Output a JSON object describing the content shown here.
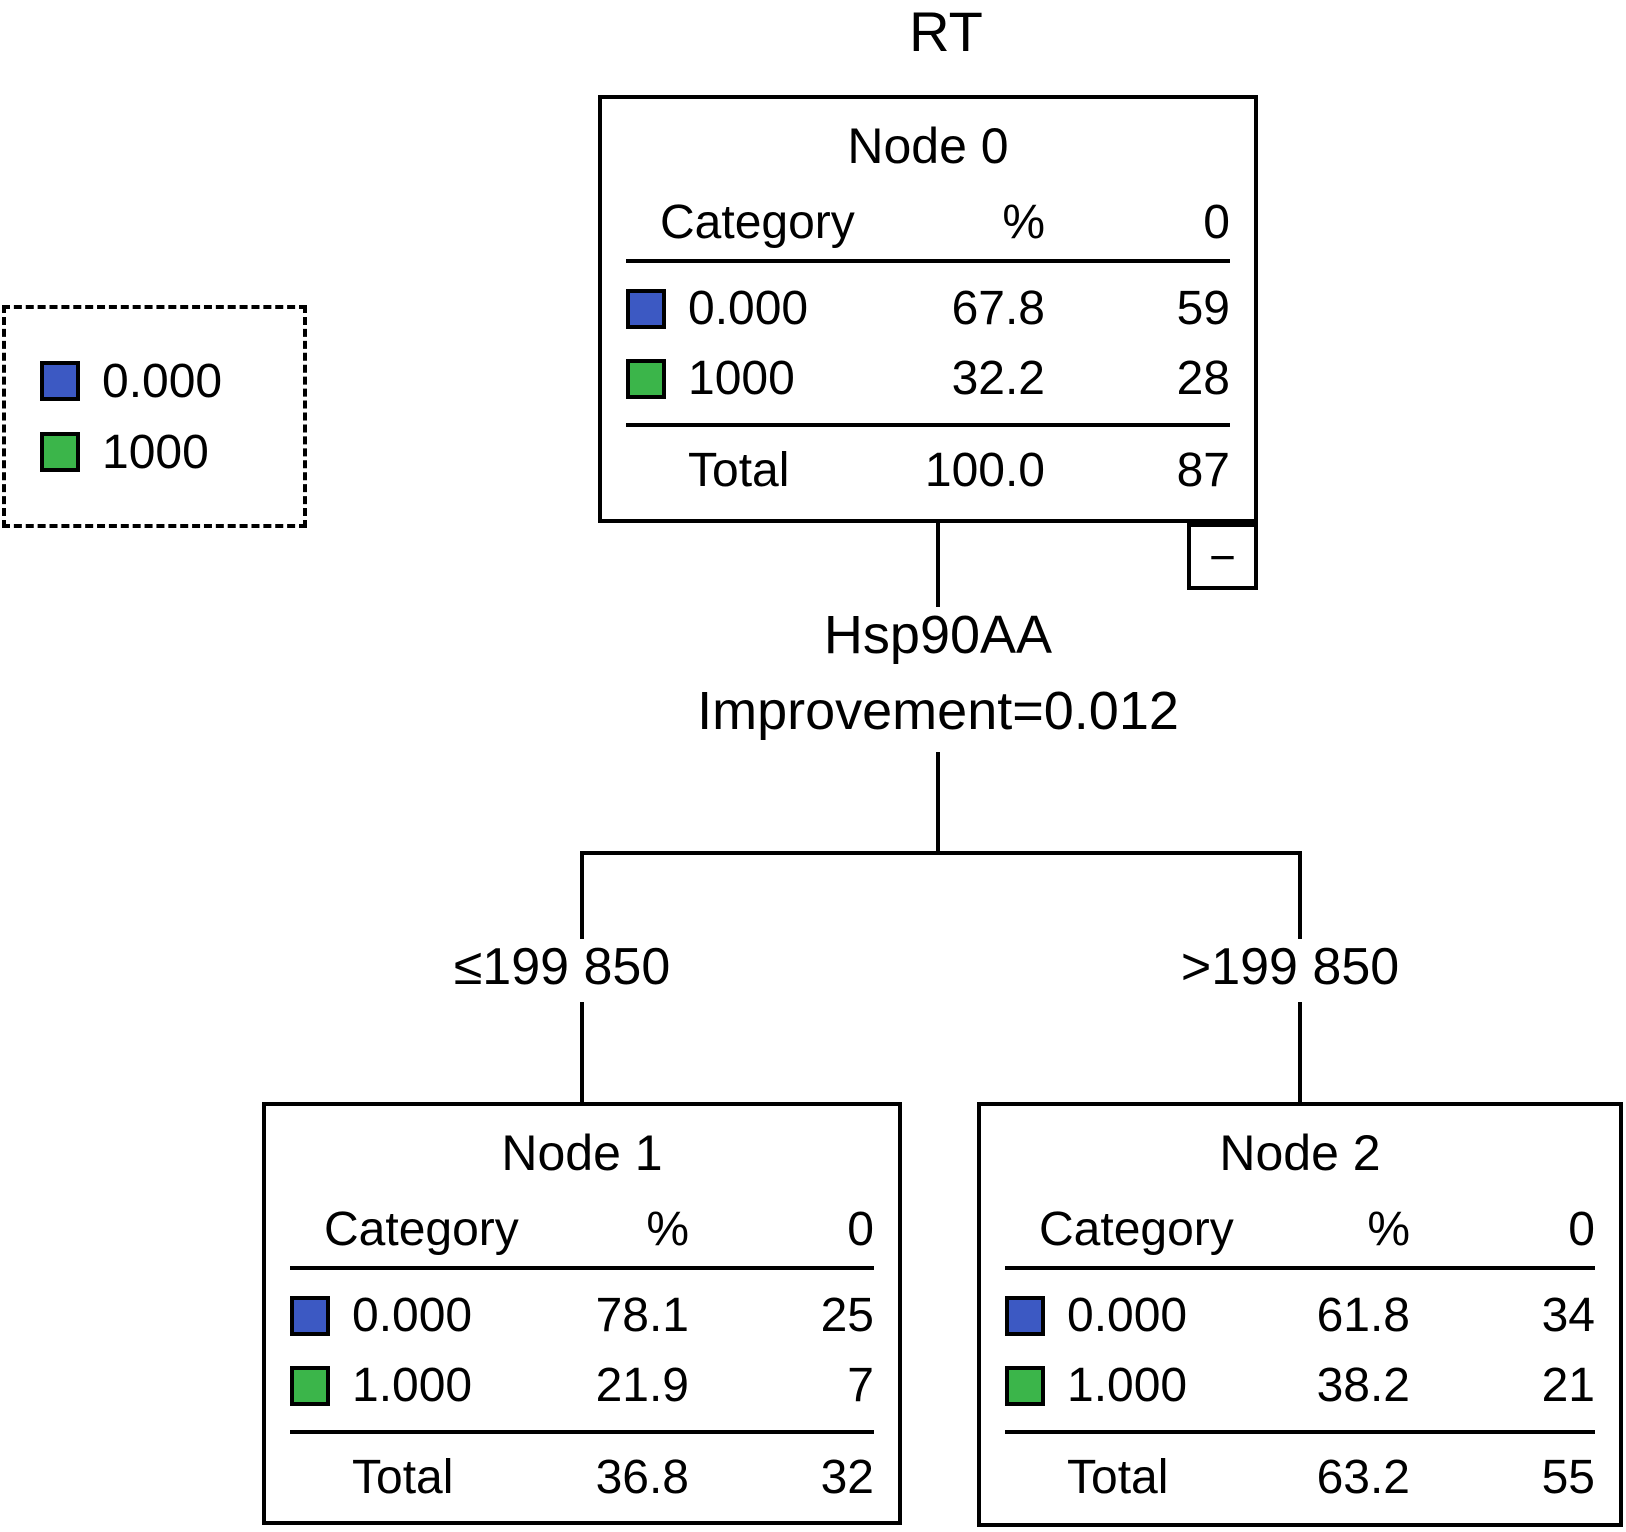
{
  "title": "RT",
  "legend": {
    "items": [
      {
        "label": "0.000",
        "color": "#3C59C3"
      },
      {
        "label": "1000",
        "color": "#3BB54A"
      }
    ]
  },
  "split": {
    "variable": "Hsp90AA",
    "improvement": "Improvement=0.012",
    "left_branch_condition": "≤199 850",
    "right_branch_condition": ">199 850"
  },
  "table_columns": {
    "category": "Category",
    "percent": "%",
    "count": "0"
  },
  "nodes": [
    {
      "title": "Node 0",
      "rows": [
        {
          "label": "0.000",
          "category_color": "#3C59C3",
          "percent": "67.8",
          "count": "59"
        },
        {
          "label": "1000",
          "category_color": "#3BB54A",
          "percent": "32.2",
          "count": "28"
        }
      ],
      "total": {
        "label": "Total",
        "percent": "100.0",
        "count": "87"
      }
    },
    {
      "title": "Node 1",
      "rows": [
        {
          "label": "0.000",
          "category_color": "#3C59C3",
          "percent": "78.1",
          "count": "25"
        },
        {
          "label": "1.000",
          "category_color": "#3BB54A",
          "percent": "21.9",
          "count": "7"
        }
      ],
      "total": {
        "label": "Total",
        "percent": "36.8",
        "count": "32"
      }
    },
    {
      "title": "Node 2",
      "rows": [
        {
          "label": "0.000",
          "category_color": "#3C59C3",
          "percent": "61.8",
          "count": "34"
        },
        {
          "label": "1.000",
          "category_color": "#3BB54A",
          "percent": "38.2",
          "count": "21"
        }
      ],
      "total": {
        "label": "Total",
        "percent": "63.2",
        "count": "55"
      }
    }
  ],
  "collapse_button_label": "−"
}
